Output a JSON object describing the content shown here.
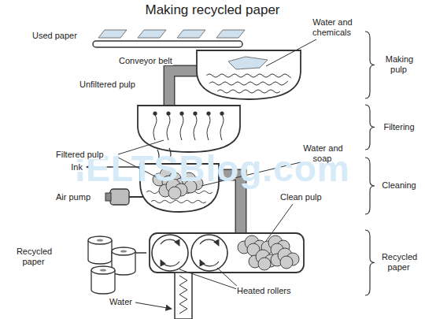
{
  "diagram": {
    "title": "Making recycled paper",
    "labels": [
      "Used paper",
      "Water and chemicals",
      "Conveyor belt",
      "Unfiltered pulp",
      "Making pulp",
      "Filtered pulp",
      "Filtering",
      "Water and soap",
      "Ink",
      "Cleaning",
      "Air pump",
      "Clean pulp",
      "Recycled paper",
      "Recycled paper",
      "Heated rollers",
      "Water",
      "IELTSBlog.com"
    ]
  }
}
